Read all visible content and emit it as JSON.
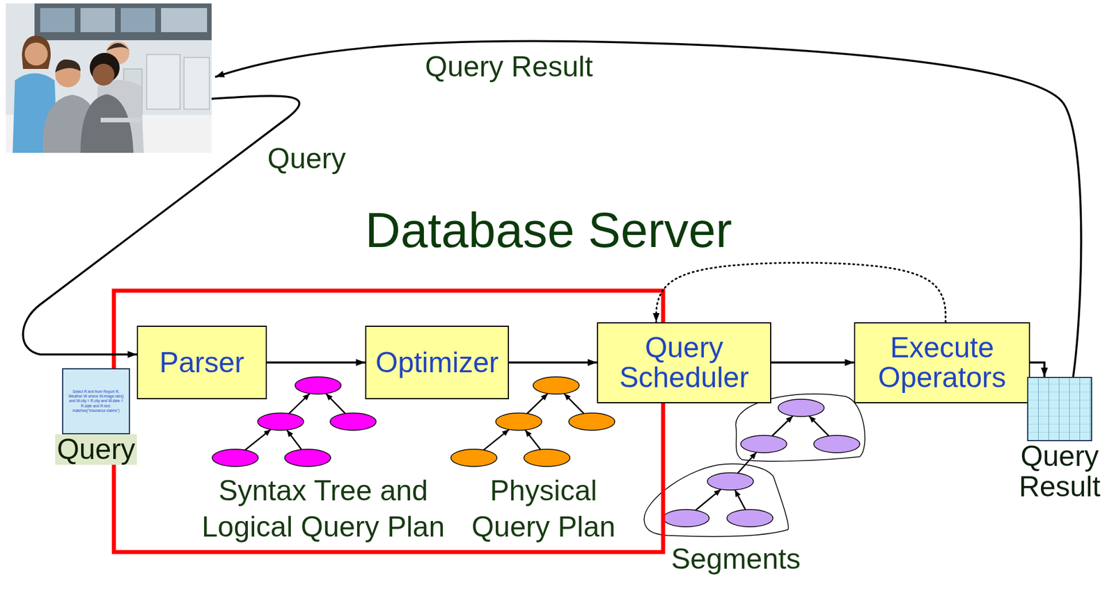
{
  "diagram": {
    "nodes": [
      {
        "text": [
          "Database Server"
        ]
      },
      {
        "text": [
          "Select R.text from Report R, Weather W where W.image.rain() and W.city = R.city and W.date = R.date and R.text. matches(\"insurance claims\")",
          "Query"
        ],
        "in": 0
      },
      {
        "text": [
          "Parser"
        ],
        "in": 0
      },
      {
        "text": [
          "Optimizer"
        ],
        "in": 0
      },
      {
        "text": [
          "Query Scheduler"
        ],
        "in": 0
      },
      {
        "text": [
          "Execute Operators"
        ],
        "in": 0
      },
      {
        "text": [
          "Query Result"
        ],
        "in": 0
      }
    ],
    "edges": [
      {
        "from": 2,
        "to": 3,
        "arrow": "to"
      },
      {
        "from": 3,
        "to": 4,
        "arrow": "to"
      },
      {
        "from": 4,
        "to": 5,
        "arrow": "to"
      },
      {
        "from": 5,
        "to": 4,
        "arrow": "to"
      },
      {
        "from": 5,
        "to": 6,
        "arrow": "to"
      }
    ],
    "labels": [
      "Query Result",
      "Query",
      "Syntax Tree and Logical Query Plan",
      "Physical Query Plan",
      "Segments"
    ]
  }
}
